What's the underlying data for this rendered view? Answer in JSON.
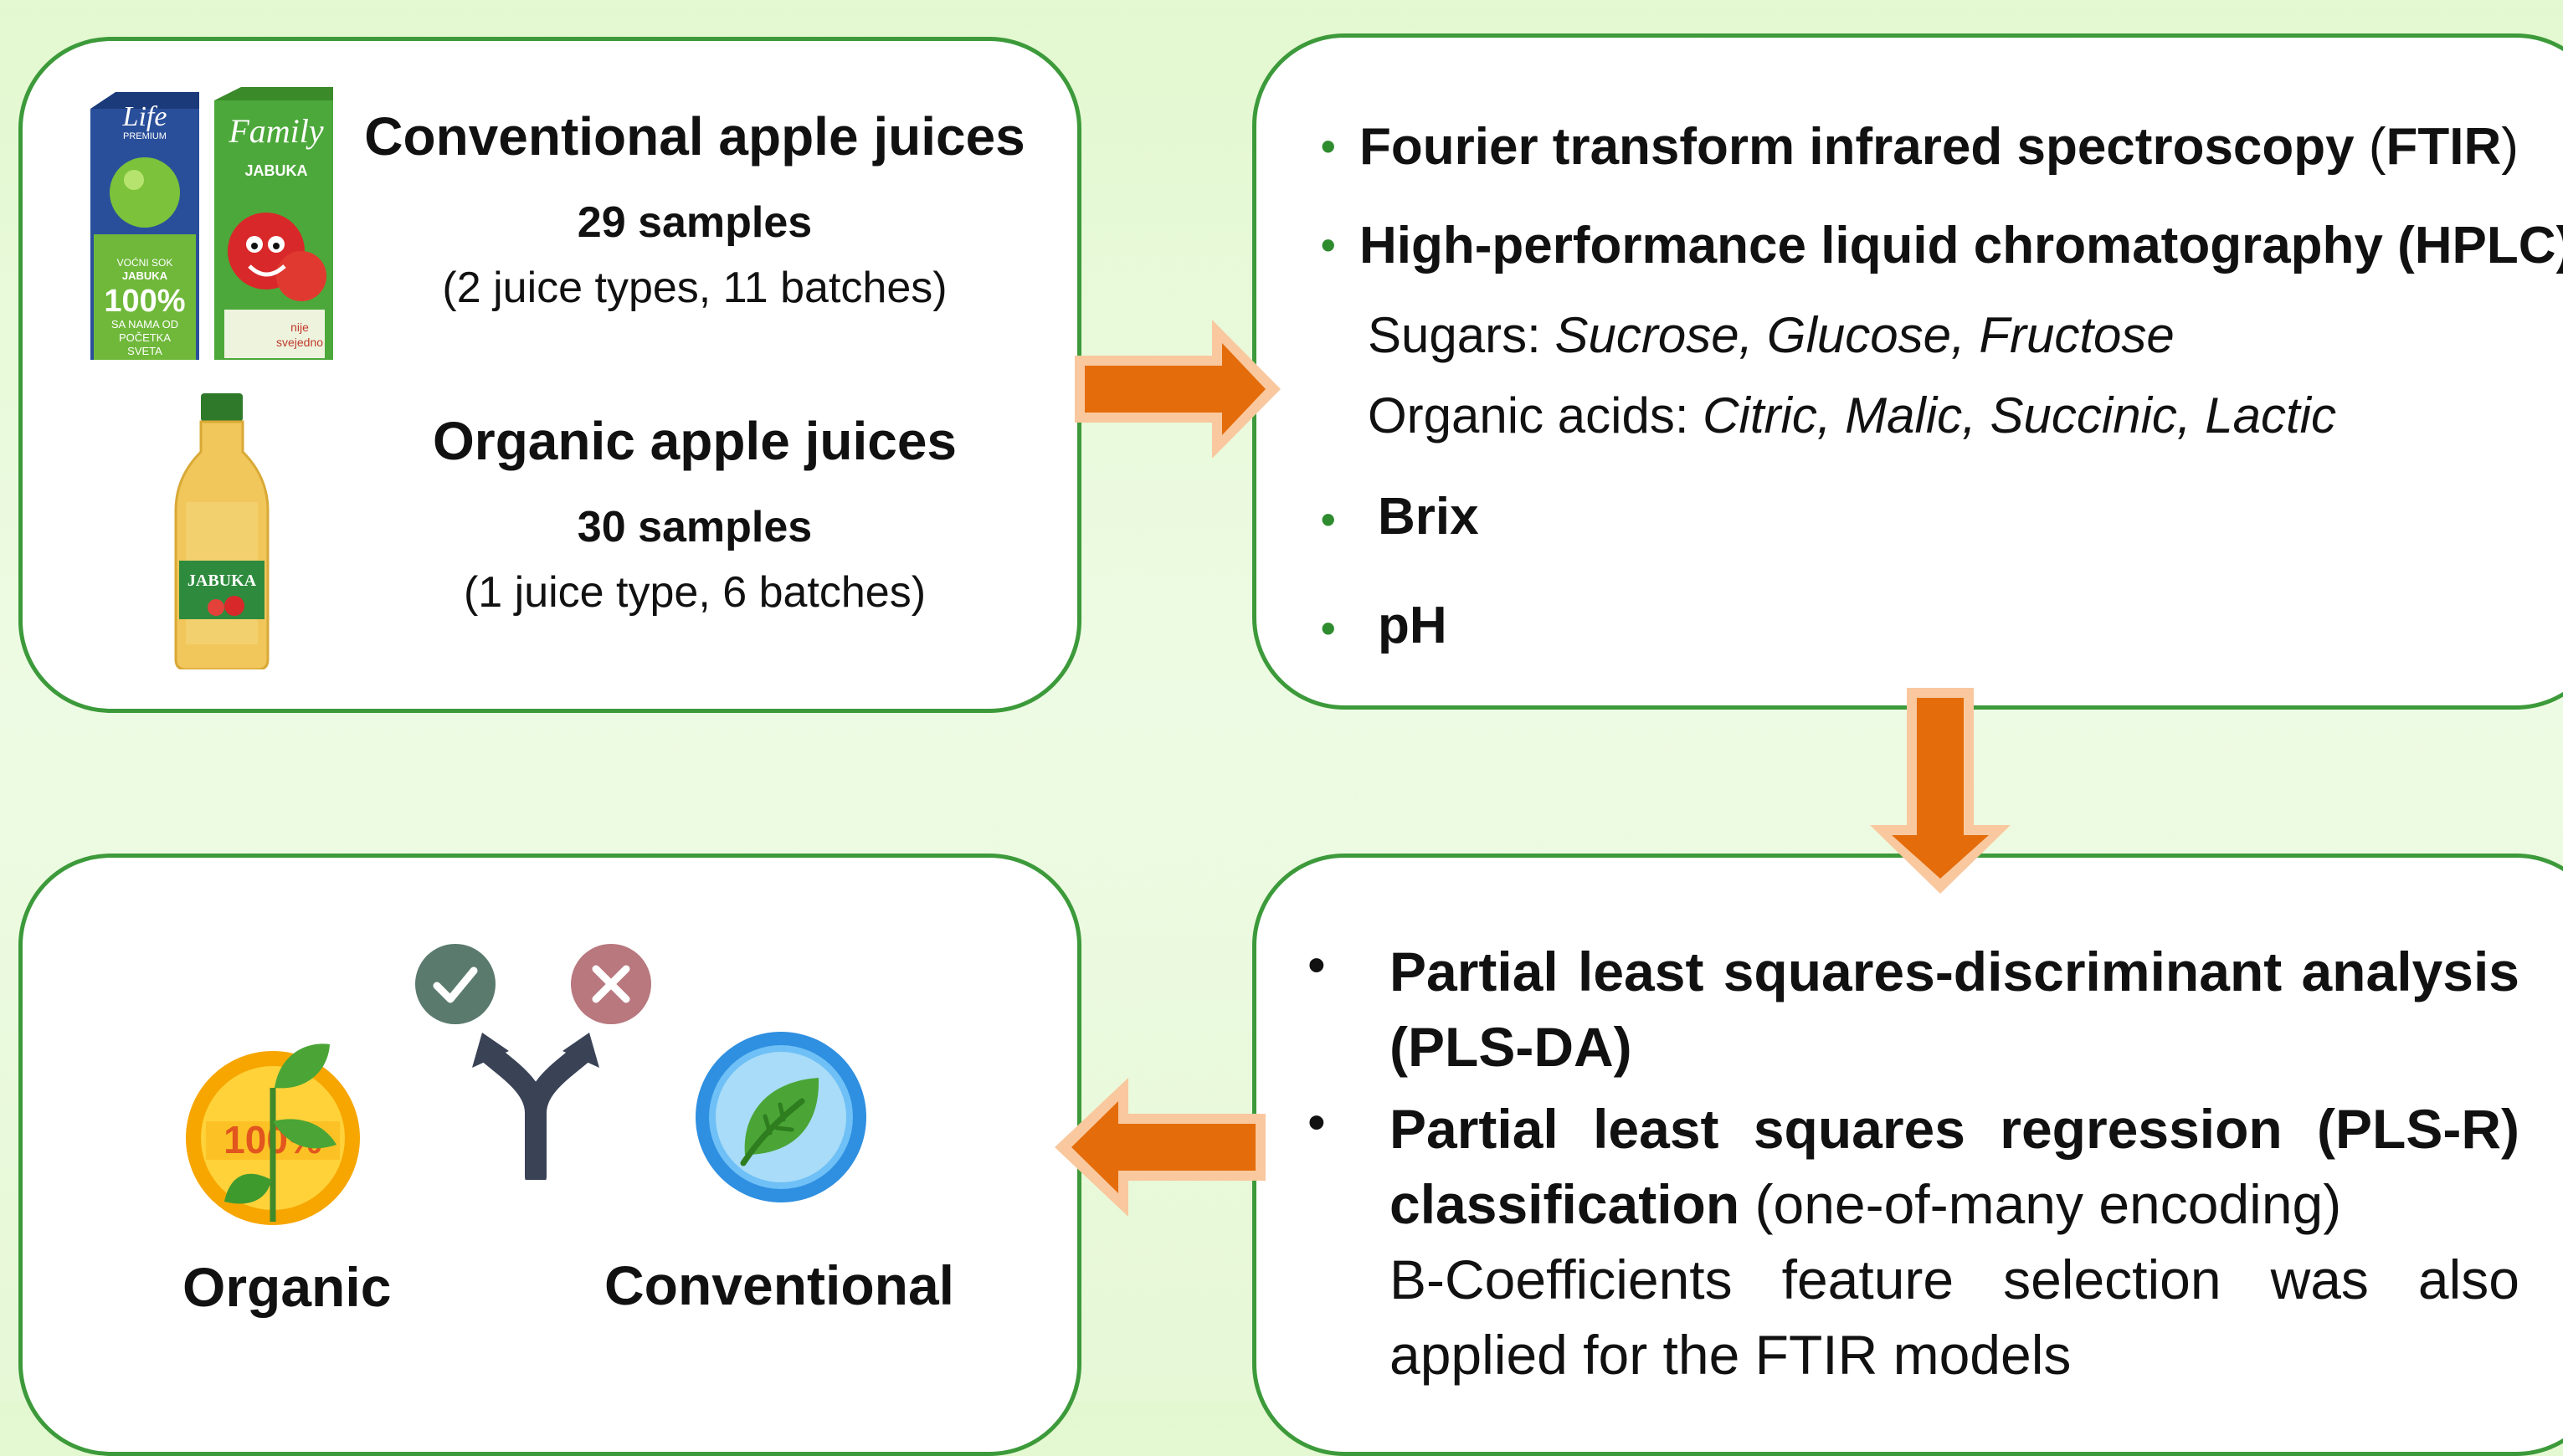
{
  "conventional": {
    "title": "Conventional apple juices",
    "samples": "29 samples",
    "details": "(2 juice types, 11 batches)",
    "pack1": {
      "brand": "Life",
      "sub": "PREMIUM",
      "lines": [
        "VOĆNI SOK",
        "JABUKA",
        "100%",
        "SA NAMA OD",
        "POČETKA",
        "SVETA"
      ]
    },
    "pack2": {
      "brand": "Family",
      "sub": "JABUKA",
      "note1": "nije",
      "note2": "svejedno"
    }
  },
  "organic": {
    "title": "Organic apple juices",
    "samples": "30 samples",
    "details": "(1 juice type, 6 batches)",
    "bottle_label": "JABUKA"
  },
  "methods": {
    "ftir": {
      "bold": "Fourier transform infrared spectroscopy",
      "paren_open": " (",
      "abbr": "FTIR",
      "paren_close": ")"
    },
    "hplc": "High-performance liquid chromatography (HPLC)",
    "sugars_label": "Sugars: ",
    "sugars": "Sucrose, Glucose, Fructose",
    "acids_label": "Organic acids: ",
    "acids": "Citric, Malic, Succinic, Lactic",
    "brix": "Brix",
    "ph": "pH"
  },
  "analysis": {
    "plsda_line1": "Partial least squares-discriminant analysis",
    "plsda_line2": "(PLS-DA)",
    "plsr_line1": "Partial least squares regression (PLS-R)",
    "plsr_bold2": "classification",
    "plsr_rest2": " (one-of-many encoding)",
    "bcoef_line1": "B-Coefficients feature selection was also",
    "bcoef_line2": "applied for the FTIR models"
  },
  "result": {
    "label_left": "Organic",
    "label_right": "Conventional",
    "badge_text": "100%"
  },
  "colors": {
    "border": "#3c9a3a",
    "arrow": "#e46c0a",
    "arrow_outline": "#f9c89e",
    "check": "#5a7a6e",
    "cross": "#b8787e",
    "fork": "#3a4256",
    "bullet": "#2e8b2e"
  }
}
